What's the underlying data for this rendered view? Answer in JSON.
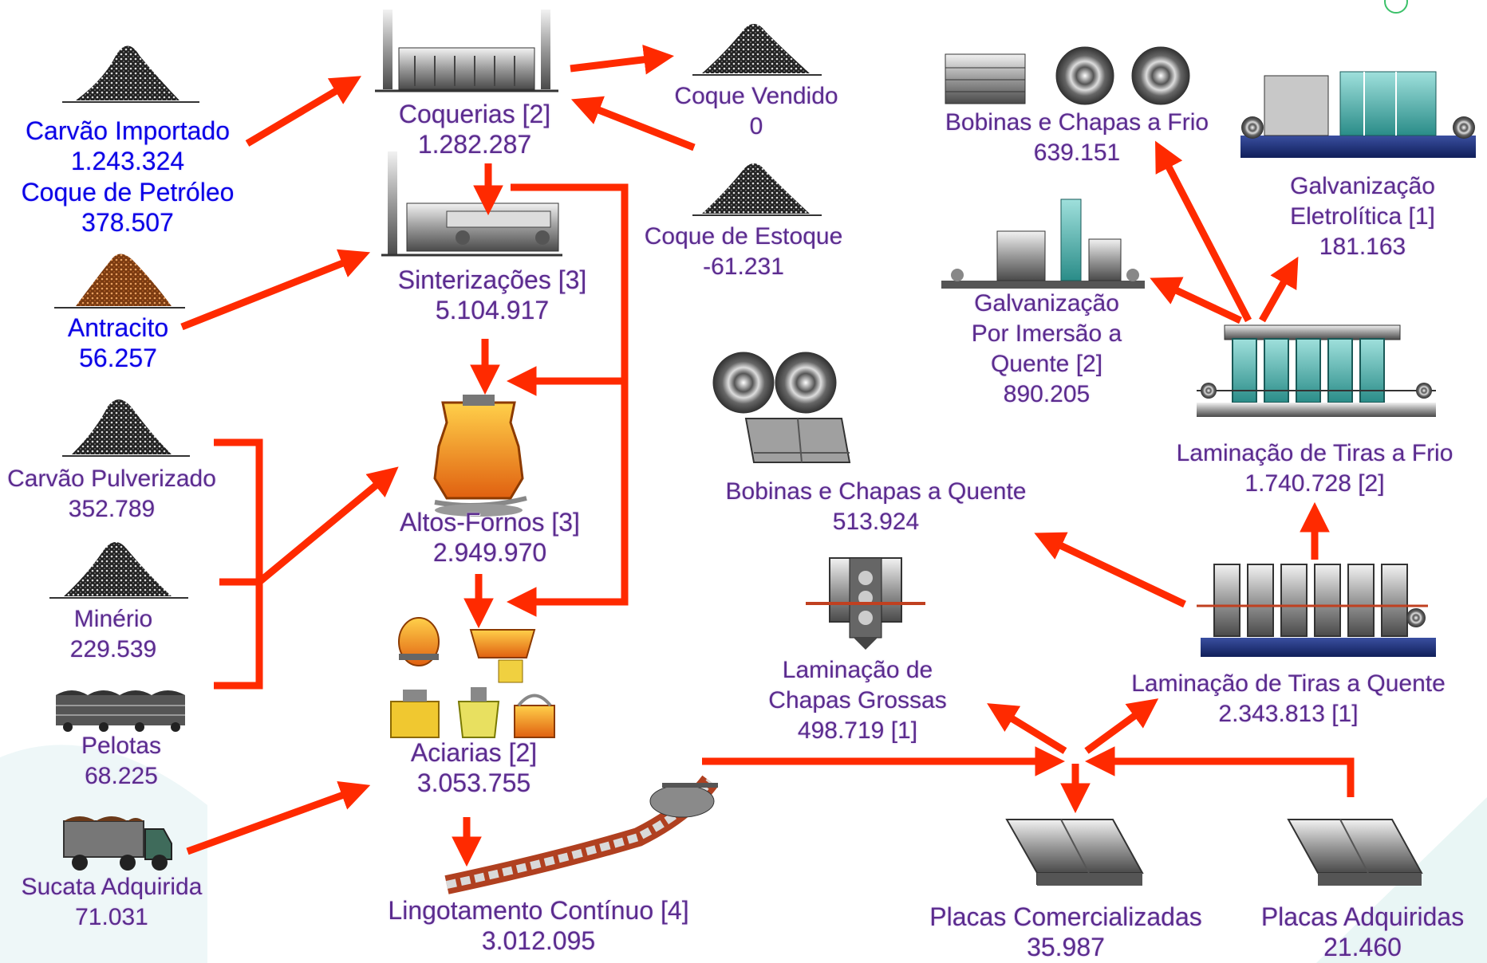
{
  "nodes": {
    "carvao_importado": {
      "label": "Carvão Importado",
      "value": "1.243.324"
    },
    "coque_petroleo": {
      "label": "Coque de Petróleo",
      "value": "378.507"
    },
    "antracito": {
      "label": "Antracito",
      "value": "56.257"
    },
    "carvao_pulverizado": {
      "label": "Carvão Pulverizado",
      "value": "352.789"
    },
    "minerio": {
      "label": "Minério",
      "value": "229.539"
    },
    "pelotas": {
      "label": "Pelotas",
      "value": "68.225"
    },
    "sucata": {
      "label": "Sucata Adquirida",
      "value": "71.031"
    },
    "coquerias": {
      "label": "Coquerias [2]",
      "value": "1.282.287"
    },
    "sinterizacoes": {
      "label": "Sinterizações [3]",
      "value": "5.104.917"
    },
    "altos_fornos": {
      "label": "Altos-Fornos [3]",
      "value": "2.949.970"
    },
    "aciarias": {
      "label": "Aciarias [2]",
      "value": "3.053.755"
    },
    "lingotamento": {
      "label": "Lingotamento Contínuo [4]",
      "value": "3.012.095"
    },
    "coque_vendido": {
      "label": "Coque Vendido",
      "value": "0"
    },
    "coque_estoque": {
      "label": "Coque de Estoque",
      "value": "-61.231"
    },
    "bobinas_frio": {
      "label": "Bobinas e Chapas a Frio",
      "value": "639.151"
    },
    "galv_eletrolitica": {
      "line1": "Galvanização",
      "line2": "Eletrolítica [1]",
      "value": "181.163"
    },
    "galv_imersao": {
      "line1": "Galvanização",
      "line2": "Por Imersão a",
      "line3": "Quente [2]",
      "value": "890.205"
    },
    "lam_tiras_frio": {
      "label": "Laminação de Tiras a Frio",
      "value": "1.740.728 [2]"
    },
    "bobinas_quente": {
      "label": "Bobinas e Chapas a Quente",
      "value": "513.924"
    },
    "lam_chapas_grossas": {
      "line1": "Laminação de",
      "line2": "Chapas Grossas",
      "value": "498.719 [1]"
    },
    "lam_tiras_quente": {
      "label": "Laminação de Tiras a Quente",
      "value": "2.343.813 [1]"
    },
    "placas_comercializadas": {
      "label": "Placas Comercializadas",
      "value": "35.987"
    },
    "placas_adquiridas": {
      "label": "Placas Adquiridas",
      "value": "21.460"
    }
  },
  "colors": {
    "arrow": "#ff2a00",
    "label": "#5b2b8e",
    "input_label": "#0a00e6",
    "icon": "#6f6f6f"
  }
}
